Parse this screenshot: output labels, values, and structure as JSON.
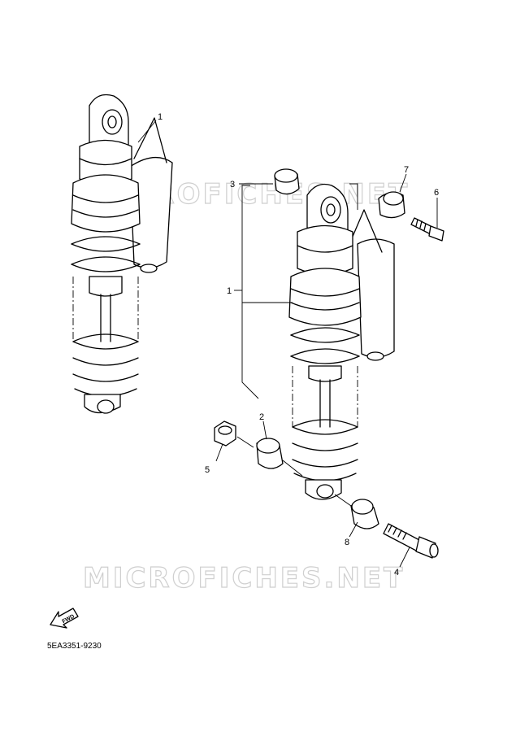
{
  "diagram": {
    "part_number": "5EA3351-9230",
    "watermark": "MICROFICHES.NET",
    "fwd_label": "FWD",
    "callouts": [
      "1",
      "1",
      "2",
      "3",
      "4",
      "5",
      "6",
      "7",
      "8"
    ]
  }
}
